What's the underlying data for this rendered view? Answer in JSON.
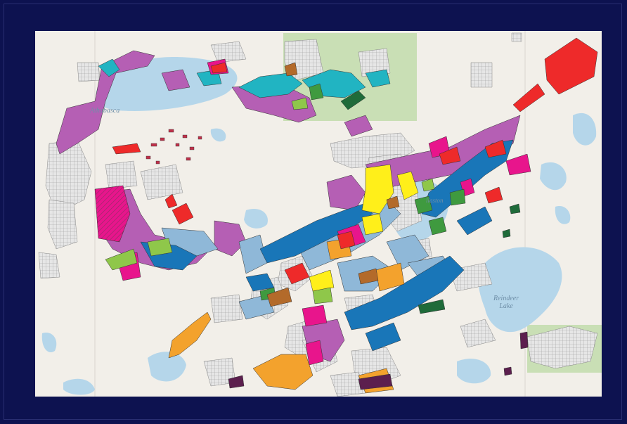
{
  "map": {
    "labels": {
      "athabasca": "Athabasca",
      "reindeer_line1": "Reindeer",
      "reindeer_line2": "Lake",
      "wollaston": "llaston"
    },
    "colors": {
      "frame": "#0d1250",
      "land": "#f2efe9",
      "water": "#b5d6ea",
      "park": "#c9dfb5",
      "claim_grid": "#d8d8d8",
      "purple": "#b55fb4",
      "magenta": "#e8158c",
      "teal": "#21b4c2",
      "blue": "#1976b8",
      "light_blue": "#8fb8d8",
      "yellow": "#ffef1a",
      "orange": "#f3a22d",
      "red": "#ee2a2a",
      "green": "#3f9a3f",
      "lime": "#8fc74a",
      "dark_green": "#1f6b3a",
      "brown": "#b36a2a",
      "dark_purple": "#5c1f4e"
    }
  }
}
